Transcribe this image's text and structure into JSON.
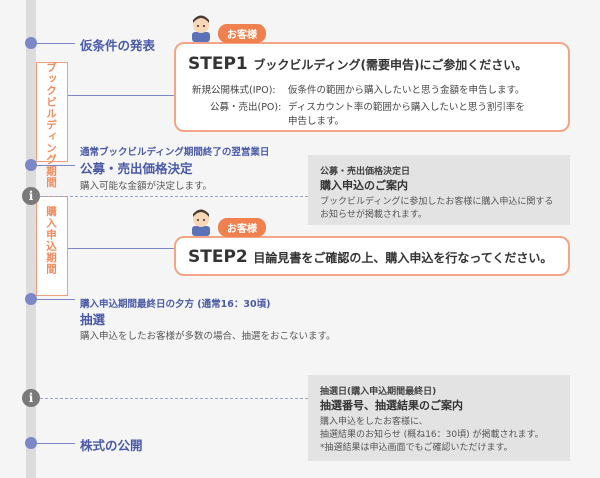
{
  "milestones": {
    "announcement": "仮条件の発表",
    "listing": "株式の公開"
  },
  "periods": {
    "book_building": "ブックビルディング期間",
    "application": "購入申込期間"
  },
  "customer_badge": "お客様",
  "step1": {
    "num": "STEP1",
    "title": "ブックビルディング(需要申告)にご参加ください。",
    "row1_label": "新規公開株式(IPO):",
    "row1_text": "仮条件の範囲から購入したいと思う金額を申告します。",
    "row2_label": "公募・売出(PO):",
    "row2_text1": "ディスカウント率の範囲から購入したいと思う割引率を",
    "row2_text2": "申告します。"
  },
  "price_decision": {
    "head": "通常ブックビルディング期間終了の翌営業日",
    "title": "公募・売出価格決定",
    "text": "購入可能な金額が決定します。"
  },
  "info1": {
    "head": "公募・売出価格決定日",
    "title": "購入申込のご案内",
    "text1": "ブックビルディングに参加したお客様に購入申込に関する",
    "text2": "お知らせが掲載されます。"
  },
  "step2": {
    "num": "STEP2",
    "title": "目論見書をご確認の上、購入申込を行なってください。"
  },
  "lottery": {
    "head": "購入申込期間最終日の夕方 (通常16：30頃)",
    "title": "抽選",
    "text": "購入申込をしたお客様が多数の場合、抽選をおこないます。"
  },
  "info2": {
    "head": "抽選日(購入申込期間最終日)",
    "title": "抽選番号、抽選結果のご案内",
    "text1": "購入申込をしたお客様に、",
    "text2": "抽選結果のお知らせ (概ね16：30頃) が掲載されます。",
    "text3": "*抽選結果は申込画面でもご確認いただけます。"
  },
  "icons": {
    "info": "i"
  },
  "colors": {
    "accent_blue": "#4a5aa8",
    "accent_orange": "#f0804e",
    "card_border": "#f4a585",
    "info_box": "#e3e3e3"
  }
}
